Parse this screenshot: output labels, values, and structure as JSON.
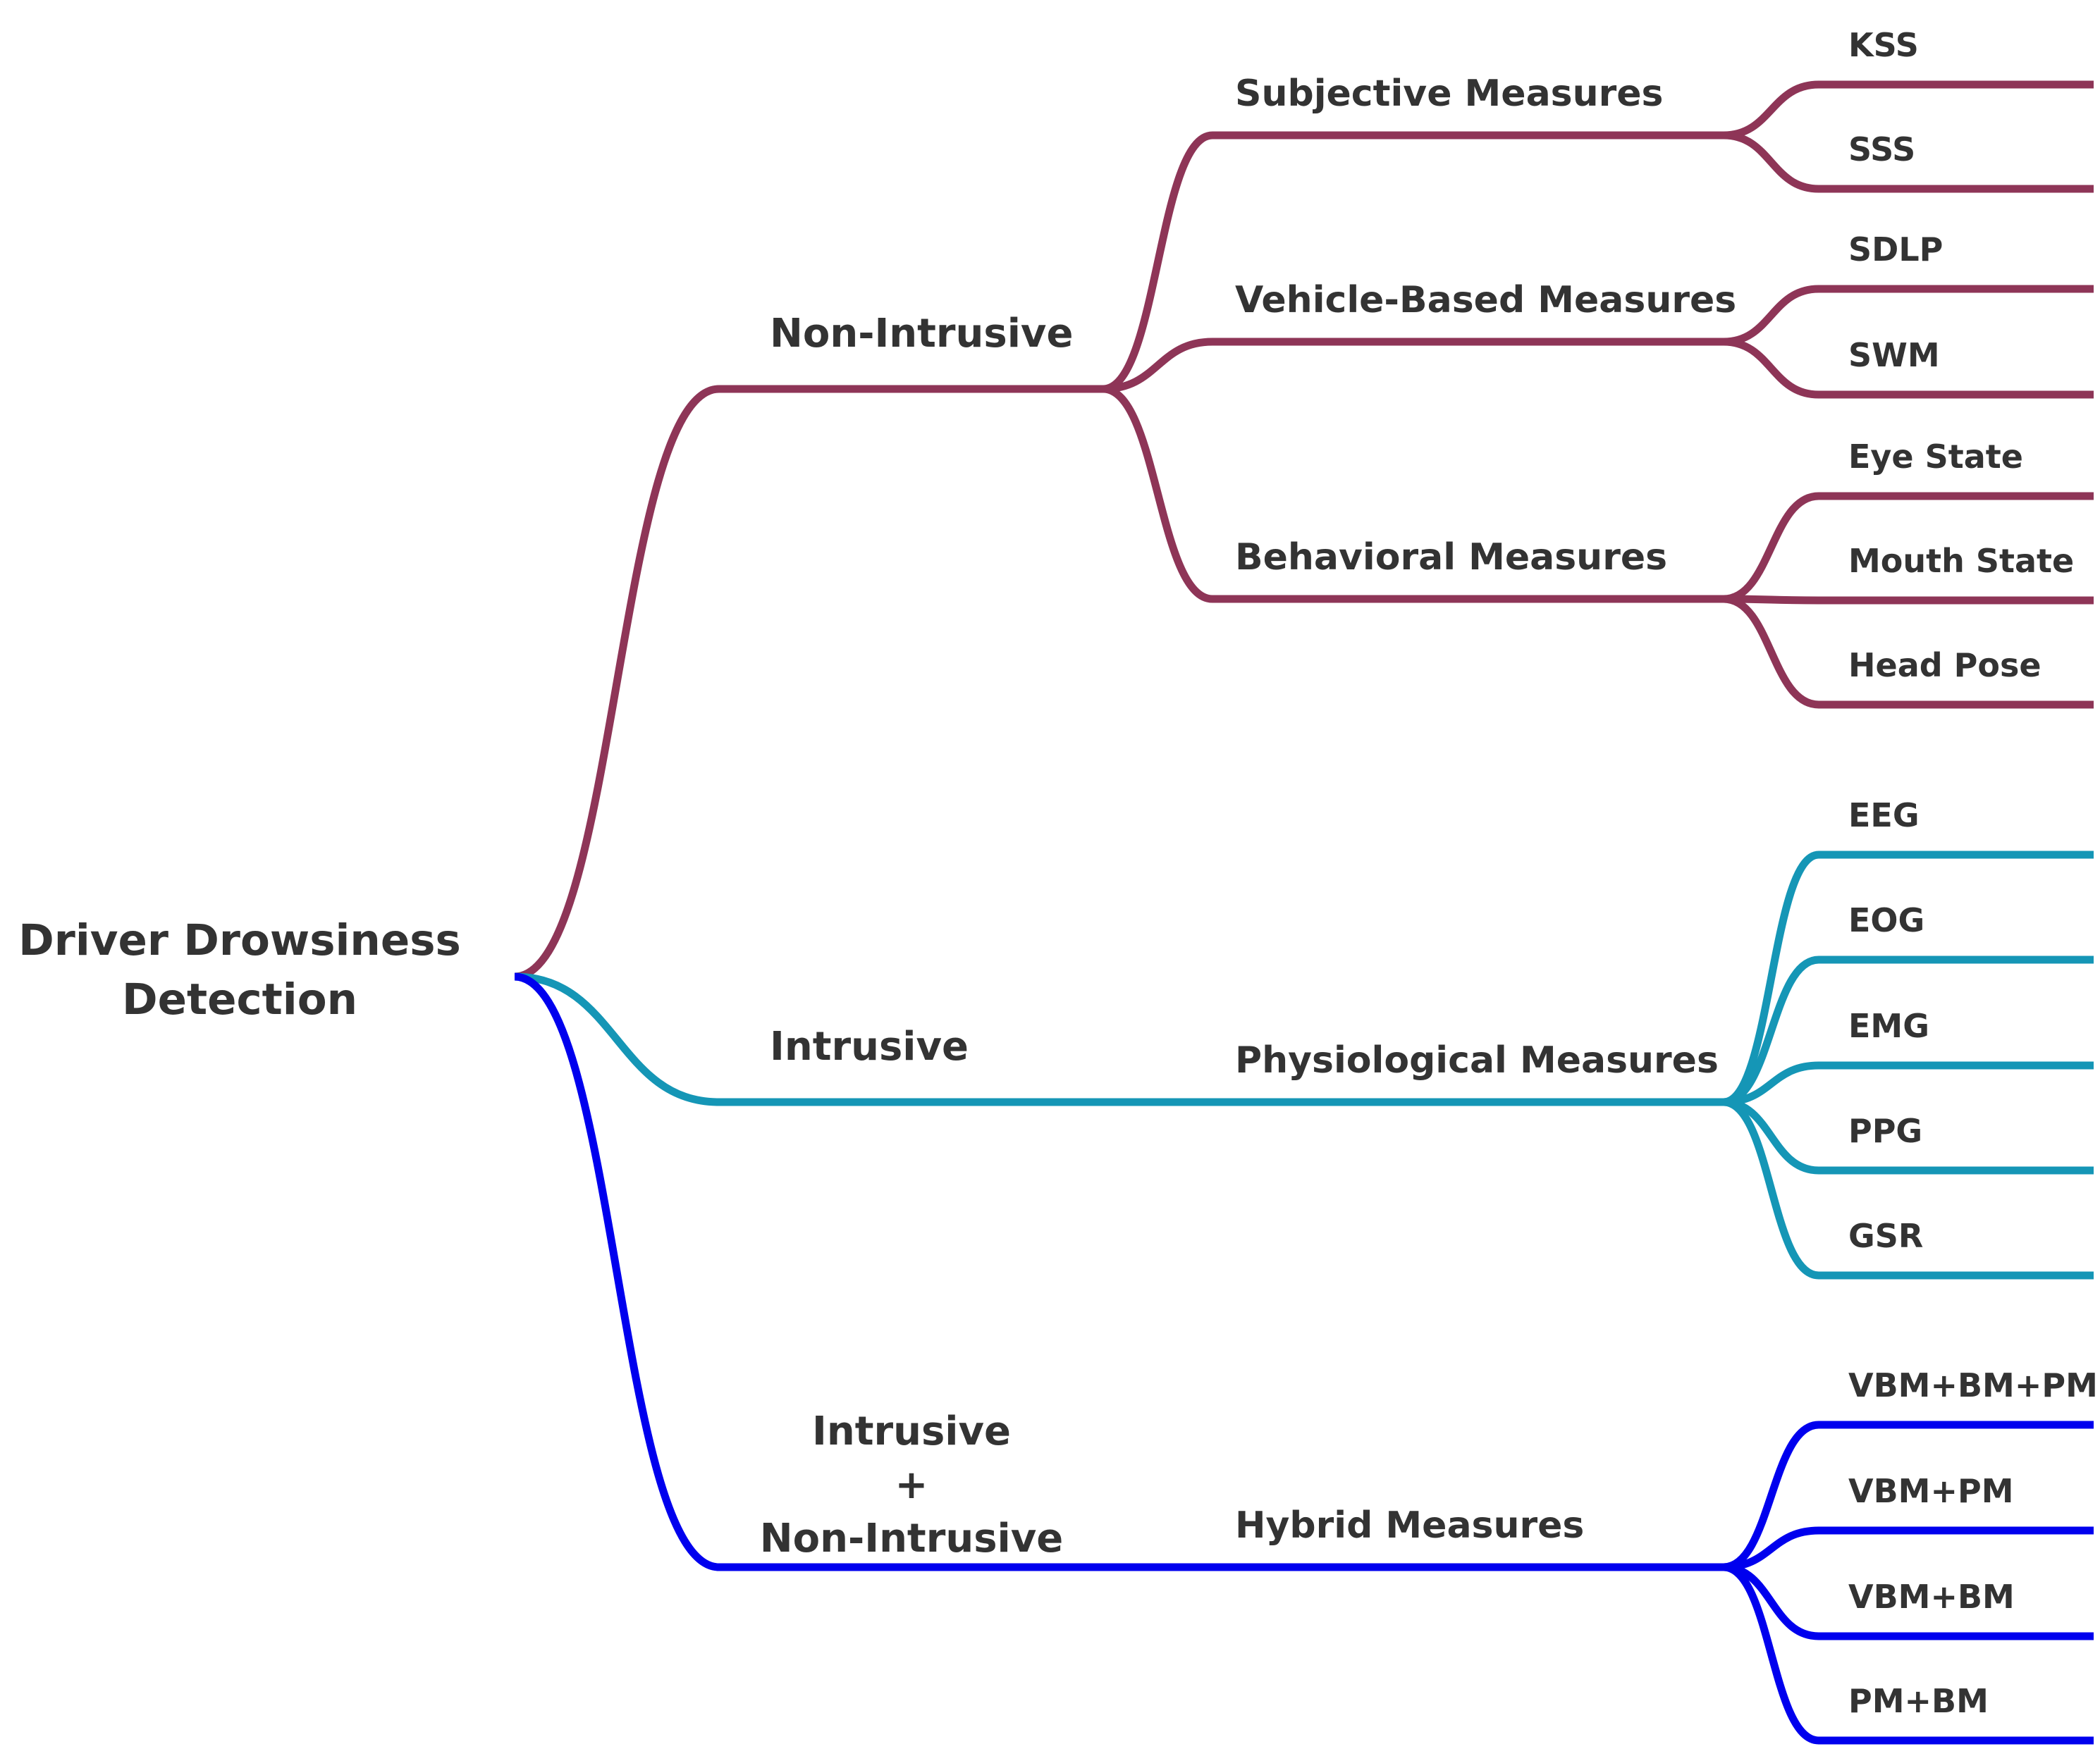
{
  "colors": {
    "non_intrusive": "#8e3557",
    "intrusive": "#1596b6",
    "hybrid": "#0000ee",
    "text": "#333333"
  },
  "root": {
    "label_lines": [
      "Driver Drowsiness",
      "Detection"
    ]
  },
  "branches": [
    {
      "key": "non-intrusive",
      "color_key": "non_intrusive",
      "label_lines": [
        "Non-Intrusive"
      ],
      "children": [
        {
          "key": "subjective-measures",
          "label": "Subjective Measures",
          "leaves": [
            "KSS",
            "SSS"
          ]
        },
        {
          "key": "vehicle-based-measures",
          "label": "Vehicle-Based Measures",
          "leaves": [
            "SDLP",
            "SWM"
          ]
        },
        {
          "key": "behavioral-measures",
          "label": "Behavioral Measures",
          "leaves": [
            "Eye State",
            "Mouth State",
            "Head Pose"
          ]
        }
      ]
    },
    {
      "key": "intrusive",
      "color_key": "intrusive",
      "label_lines": [
        "Intrusive"
      ],
      "children": [
        {
          "key": "physiological-measures",
          "label": "Physiological Measures",
          "leaves": [
            "EEG",
            "EOG",
            "EMG",
            "PPG",
            "GSR"
          ]
        }
      ]
    },
    {
      "key": "hybrid",
      "color_key": "hybrid",
      "label_lines": [
        "Intrusive",
        "+",
        "Non-Intrusive"
      ],
      "children": [
        {
          "key": "hybrid-measures",
          "label": "Hybrid Measures",
          "leaves": [
            "VBM+BM+PM",
            "VBM+PM",
            "VBM+BM",
            "PM+BM"
          ]
        }
      ]
    }
  ]
}
